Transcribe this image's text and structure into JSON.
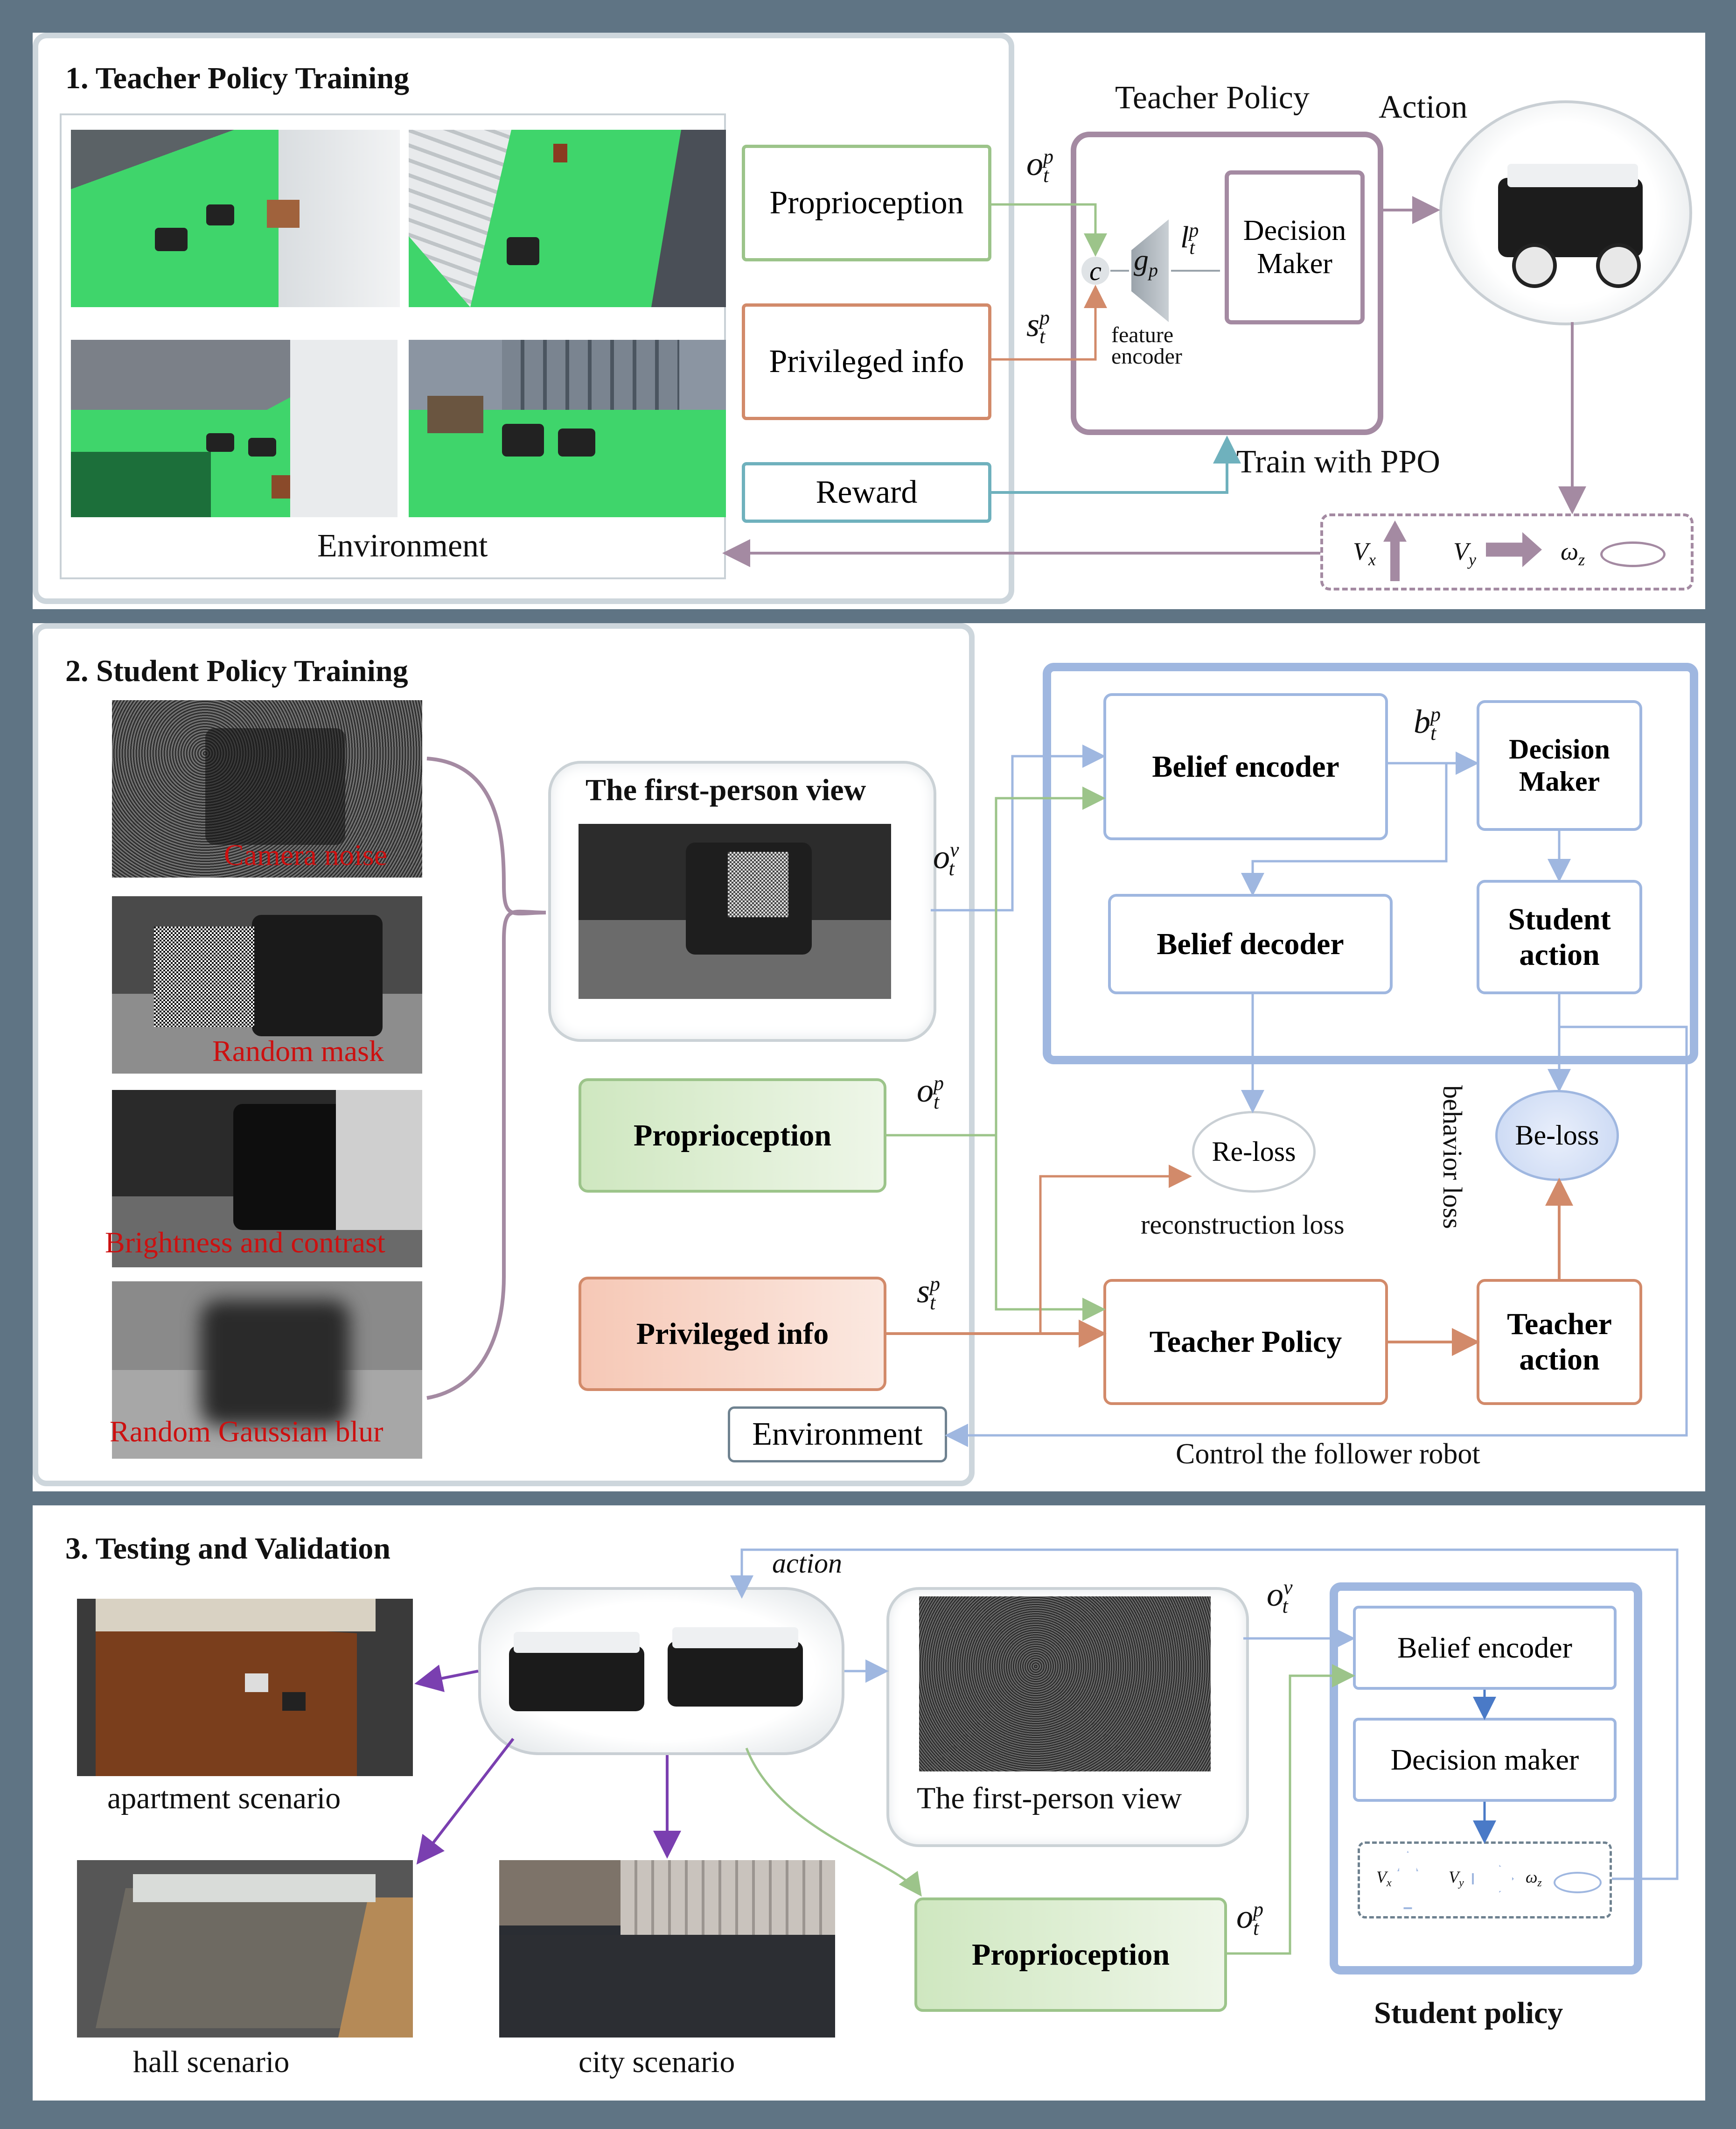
{
  "sections": {
    "s1": "1. Teacher Policy Training",
    "s2": "2. Student Policy Training",
    "s3": "3. Testing and Validation"
  },
  "panel1": {
    "environment": "Environment",
    "proprioception": "Proprioception",
    "privileged": "Privileged info",
    "reward": "Reward",
    "teacher_policy": "Teacher Policy",
    "action": "Action",
    "decision_maker": "Decision Maker",
    "feature_encoder": "feature encoder",
    "train_ppo": "Train with PPO",
    "concat": "c",
    "gp": "g",
    "gp_sub": "p",
    "sym_o": "o",
    "sym_s": "s",
    "sym_l": "l",
    "sup_p": "p",
    "sub_t": "t",
    "vx": "V",
    "vx_sub": "x",
    "vy": "V",
    "vy_sub": "y",
    "wz": "ω",
    "wz_sub": "z"
  },
  "panel2": {
    "camera_noise": "Camera noise",
    "random_mask": "Random mask",
    "brightness": "Brightness and contrast",
    "gaussian_blur": "Random Gaussian blur",
    "first_person": "The first-person view",
    "proprioception": "Proprioception",
    "privileged": "Privileged info",
    "belief_encoder": "Belief encoder",
    "belief_decoder": "Belief decoder",
    "decision_maker": "Decision Maker",
    "student_action": "Student action",
    "teacher_policy": "Teacher Policy",
    "teacher_action": "Teacher action",
    "re_loss": "Re-loss",
    "be_loss": "Be-loss",
    "reconstruction_loss": "reconstruction loss",
    "behavior_loss": "behavior loss",
    "environment": "Environment",
    "control": "Control the follower robot",
    "sym_o": "o",
    "sym_s": "s",
    "sym_b": "b",
    "sup_v": "v",
    "sup_p": "p",
    "sub_t": "t"
  },
  "panel3": {
    "action": "action",
    "first_person": "The first-person view",
    "proprioception": "Proprioception",
    "belief_encoder": "Belief encoder",
    "decision_maker": "Decision maker",
    "student_policy": "Student policy",
    "apartment": "apartment scenario",
    "hall": "hall scenario",
    "city": "city scenario",
    "sym_o": "o",
    "sup_v": "v",
    "sup_p": "p",
    "sub_t": "t",
    "vx": "V",
    "vx_sub": "x",
    "vy": "V",
    "vy_sub": "y",
    "wz": "ω",
    "wz_sub": "z"
  },
  "colors": {
    "frame": "#5f7484",
    "teacher_purple": "#a48aa2",
    "proprio_green": "#9cc48a",
    "privileged_orange": "#d28a6a",
    "reward_teal": "#6fb1bd",
    "student_blue": "#9fb7e0",
    "floor_green": "#3fd56b"
  }
}
